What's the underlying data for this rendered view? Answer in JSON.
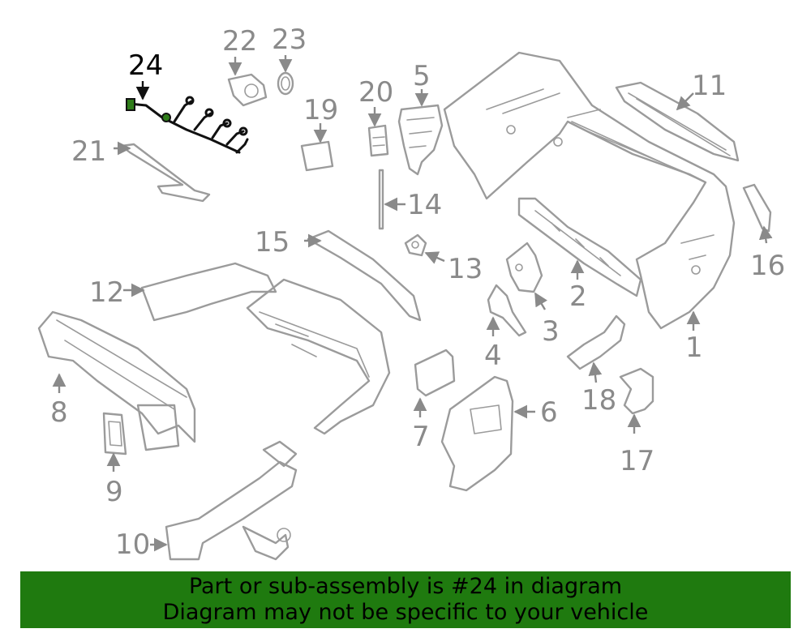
{
  "diagram": {
    "highlighted_part": "24",
    "callouts": [
      "1",
      "2",
      "3",
      "4",
      "5",
      "6",
      "7",
      "8",
      "9",
      "10",
      "11",
      "12",
      "13",
      "14",
      "15",
      "16",
      "17",
      "18",
      "19",
      "20",
      "21",
      "22",
      "23",
      "24"
    ]
  },
  "banner": {
    "line1": "Part or sub-assembly is #24 in diagram",
    "line2": "Diagram may not be specific to your vehicle",
    "background": "#1f7a0f"
  },
  "colors": {
    "parts": "#9b9b9b",
    "highlight": "#2f7d1a",
    "highlight_outline": "#111111"
  }
}
